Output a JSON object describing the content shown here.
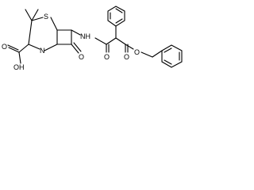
{
  "molecule": {
    "labels": {
      "sulfur": "S",
      "ring_nitrogen": "N",
      "amide_nh": "NH",
      "acid_oh": "OH",
      "acid_carbonyl_o": "O",
      "lactam_carbonyl_o": "O",
      "amide_carbonyl_o": "O",
      "ester_carbonyl_o": "O",
      "ester_ether_o": "O"
    }
  }
}
